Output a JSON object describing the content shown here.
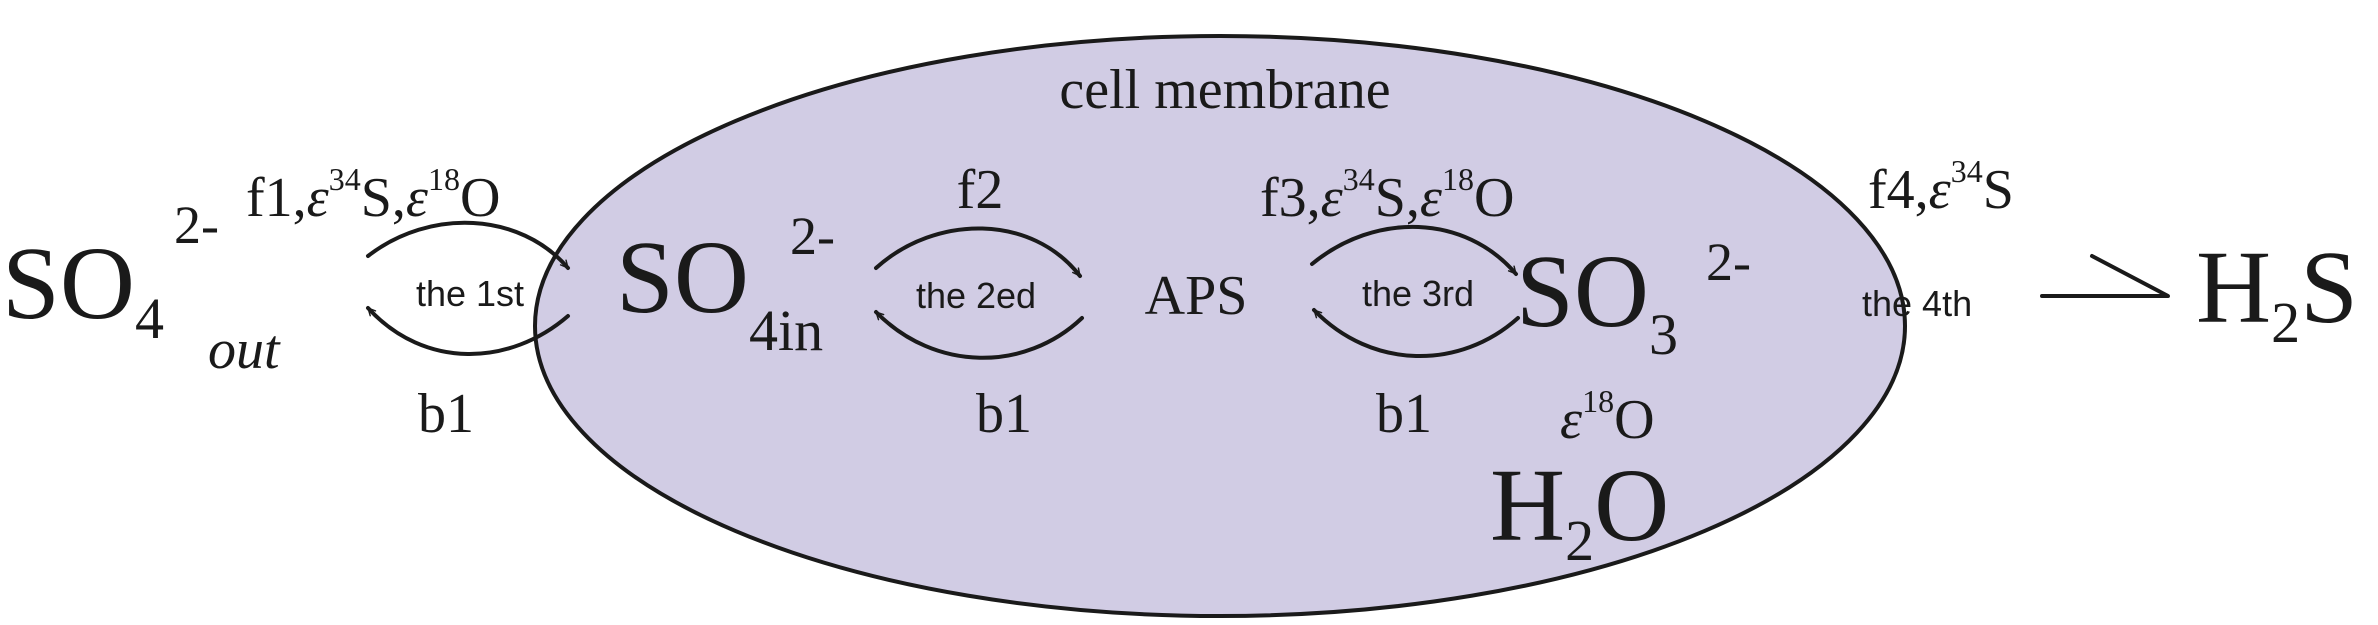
{
  "colors": {
    "membrane_fill": "#d1cce4",
    "stroke": "#1a1a1a",
    "text": "#1a1a1a"
  },
  "membrane": {
    "label": "cell membrane"
  },
  "species": {
    "so4_out": {
      "main": "SO",
      "sub": "4",
      "sup": "2-",
      "tag": "out"
    },
    "so4_in": {
      "main": "SO",
      "sub": "4in",
      "sup": "2-"
    },
    "aps": {
      "label": "APS"
    },
    "so3": {
      "main": "SO",
      "sub": "3",
      "sup": "2-"
    },
    "h2o": {
      "pre": "H",
      "sub": "2",
      "post": "O",
      "eps": "ε",
      "eps_sup": "18",
      "eps_el": "O"
    },
    "h2s": {
      "pre": "H",
      "sub": "2",
      "post": "S"
    }
  },
  "steps": [
    {
      "forward": {
        "f": "f1,",
        "eps1": "ε",
        "sup1": "34",
        "el1": "S,",
        "eps2": "ε",
        "sup2": "18",
        "el2": "O"
      },
      "label": "the 1st",
      "back": "b1"
    },
    {
      "forward": {
        "f": "f2"
      },
      "label": "the 2ed",
      "back": "b1"
    },
    {
      "forward": {
        "f": "f3,",
        "eps1": "ε",
        "sup1": "34",
        "el1": "S,",
        "eps2": "ε",
        "sup2": "18",
        "el2": "O"
      },
      "label": "the 3rd",
      "back": "b1"
    },
    {
      "forward": {
        "f": "f4,",
        "eps1": "ε",
        "sup1": "34",
        "el1": "S"
      },
      "label": "the 4th"
    }
  ]
}
